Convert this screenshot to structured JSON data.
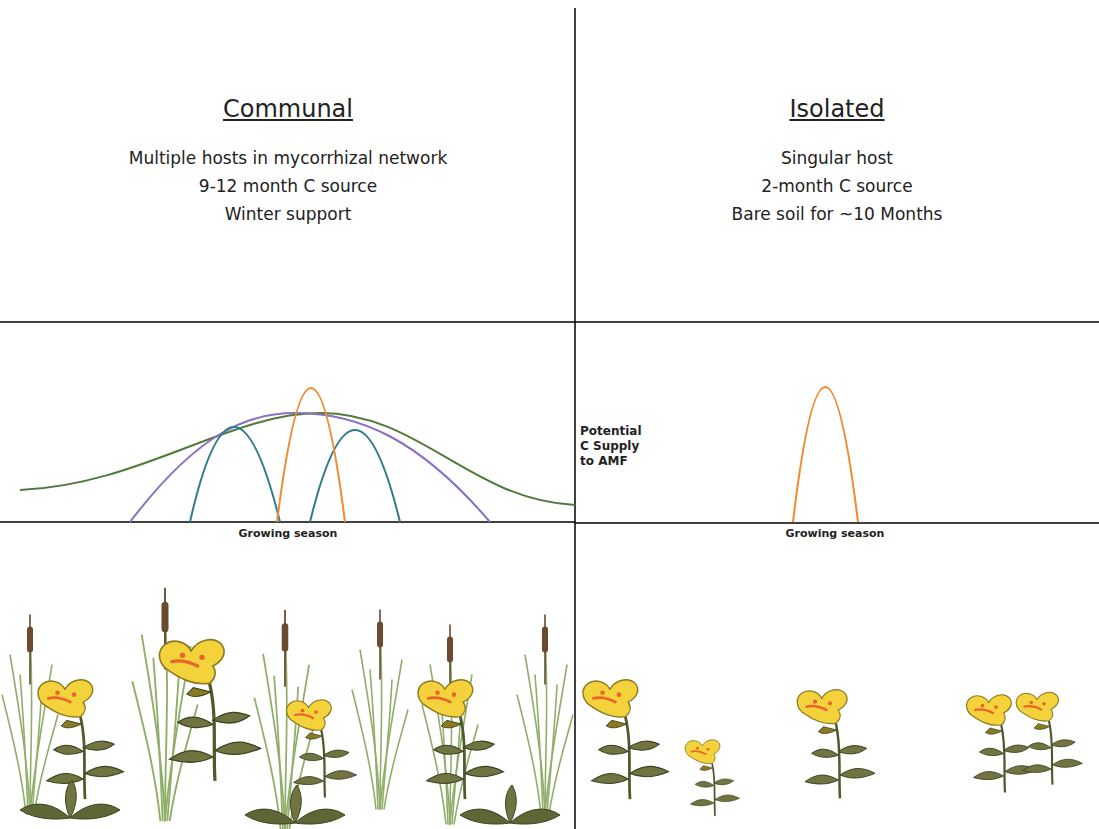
{
  "diagram": {
    "labels": [
      "Communal",
      "Multiple hosts in mycorrhizal network",
      "9-12 month C source",
      "Winter support",
      "Isolated",
      "Singular host",
      "2-month C source",
      "Bare soil for ~10 Months",
      "Potential C Supply to AMF",
      "Growing season",
      "Growing season"
    ]
  }
}
